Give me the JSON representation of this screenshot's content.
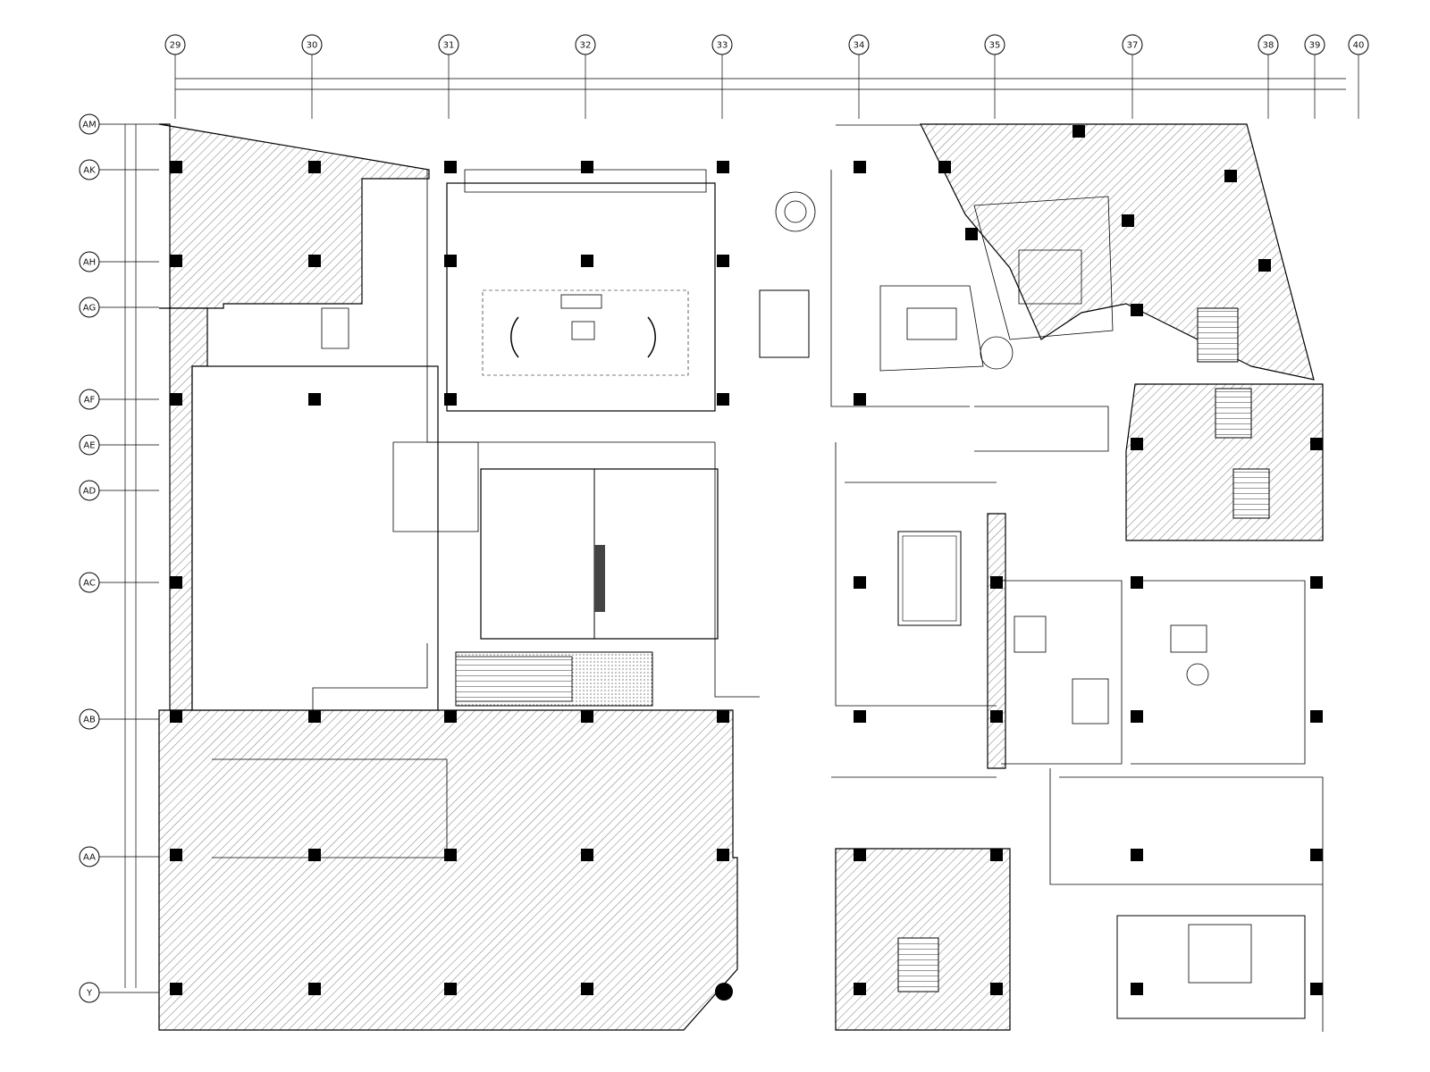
{
  "grid": {
    "columns": [
      "29",
      "30",
      "31",
      "32",
      "33",
      "34",
      "35",
      "37",
      "38",
      "39",
      "40"
    ],
    "rows": [
      "AM",
      "AK",
      "AH",
      "AG",
      "AF",
      "AE",
      "AD",
      "AC",
      "AB",
      "AA",
      "Y"
    ]
  },
  "colors": {
    "line": "#000000",
    "background": "#ffffff"
  }
}
